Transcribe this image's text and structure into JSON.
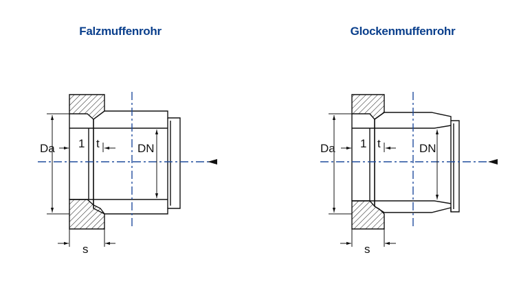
{
  "titles": {
    "left": "Falzmuffenrohr",
    "right": "Glockenmuffenrohr"
  },
  "labels": {
    "outer_diameter": "Da",
    "layer": "1",
    "t": "t",
    "nominal": "DN",
    "wall": "s"
  },
  "colors": {
    "title": "#0a3f8c",
    "centerline": "#1f4b9c",
    "lines": "#111111"
  }
}
